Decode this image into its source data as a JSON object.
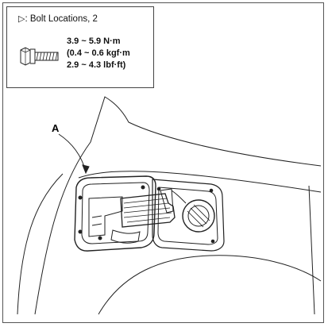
{
  "legend": {
    "symbol": "▷",
    "title": ": Bolt Locations, 2",
    "torque_nm": "3.9 ~ 5.9 N·m",
    "torque_kgf": "(0.4 ~ 0.6 kgf·m",
    "torque_lbf": "2.9 ~ 4.3 lbf·ft)"
  },
  "callout": {
    "label": "A"
  },
  "colors": {
    "line": "#222222",
    "background": "#ffffff"
  },
  "icons": [
    "bolt-icon",
    "callout-arrow"
  ]
}
